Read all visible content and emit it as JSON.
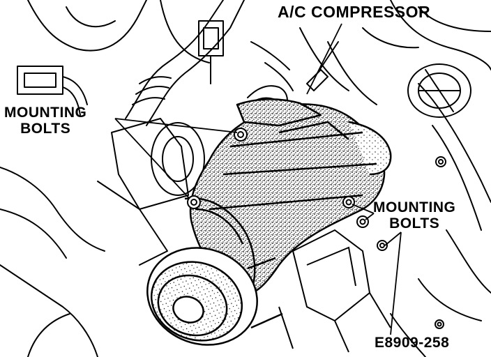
{
  "diagram": {
    "labels": {
      "compressor": "A/C COMPRESSOR",
      "mounting_bolts_left": {
        "line1": "MOUNTING",
        "line2": "BOLTS"
      },
      "mounting_bolts_right": {
        "line1": "MOUNTING",
        "line2": "BOLTS"
      },
      "figure_id": "E8909-258"
    }
  },
  "colors": {
    "ink": "#000000",
    "paper": "#ffffff"
  }
}
